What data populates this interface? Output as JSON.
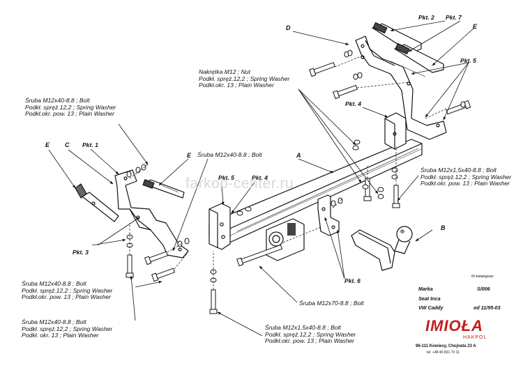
{
  "watermark": "farkop-center.ru",
  "callouts": {
    "nut_group": [
      "Nakrętka M12 ; Nut",
      "Podkł. spręż.12,2 ; Spring Washer",
      "Podkł.okr. 13 ; Plain Washer"
    ],
    "bolt_left_top": [
      "Śruba M12x40-8.8 ; Bolt",
      "Podkł. spręż.12,2 ; Spring Washer",
      "Podkł.okr. pow. 13 ; Plain Washer"
    ],
    "bolt_center": "Śruba M12x40-8.8 ; Bolt",
    "bolt_right": [
      "Śruba M12x1,5x40-8.8 ; Bolt",
      "Podkł. spręż.12,2 ; Spring Washer",
      "Podkł.okr. pow. 13 ; Plain Washer"
    ],
    "bolt_left_mid": [
      "Śruba M12x40-8.8 ; Bolt",
      "Podkł. spręż.12,2 ; Spring Washer",
      "Podkł.okr. pow. 13 ; Plain Washer"
    ],
    "bolt_left_low": [
      "Śruba M12x40-8.8 ; Bolt",
      "Podkł. spręż.12,2 ; Spring Washer",
      "Podkł. okr. 13 ; Plain Washer"
    ],
    "bolt_m70": "Śruba M12x70-8.8 ; Bolt",
    "bolt_bottom": [
      "Śruba M12x1,5x40-8.8 ; Bolt",
      "Podkł. spręż.12,2 ; Spring Washer",
      "Podkł.okr. pow. 13 ; Plain Washer"
    ]
  },
  "pkt": {
    "p2": "Pkt. 2",
    "p7": "Pkt. 7",
    "p5_right": "Pkt. 5",
    "p4_right": "Pkt. 4",
    "p1": "Pkt. 1",
    "p5_center": "Pkt. 5",
    "p4_center": "Pkt. 4",
    "p3": "Pkt. 3",
    "p6": "Pkt. 6"
  },
  "letters": {
    "d": "D",
    "e_top": "E",
    "a": "A",
    "e_left": "E",
    "c": "C",
    "e_mid": "E",
    "b": "B"
  },
  "info": {
    "catalog_label": "Nr katalogowy",
    "marka_label": "Marka",
    "catalog_value": "S/006",
    "model1": "Seat Inca",
    "model2": "VW Caddy",
    "years": "od 11/95-03"
  },
  "brand": {
    "logo": "IMIOŁA",
    "sub": "HAKPOL",
    "address": "96-111 Kowiesy, Chojnata 23 A",
    "phone": "tel. +48 46 831 73 11",
    "color": "#c0201e"
  }
}
